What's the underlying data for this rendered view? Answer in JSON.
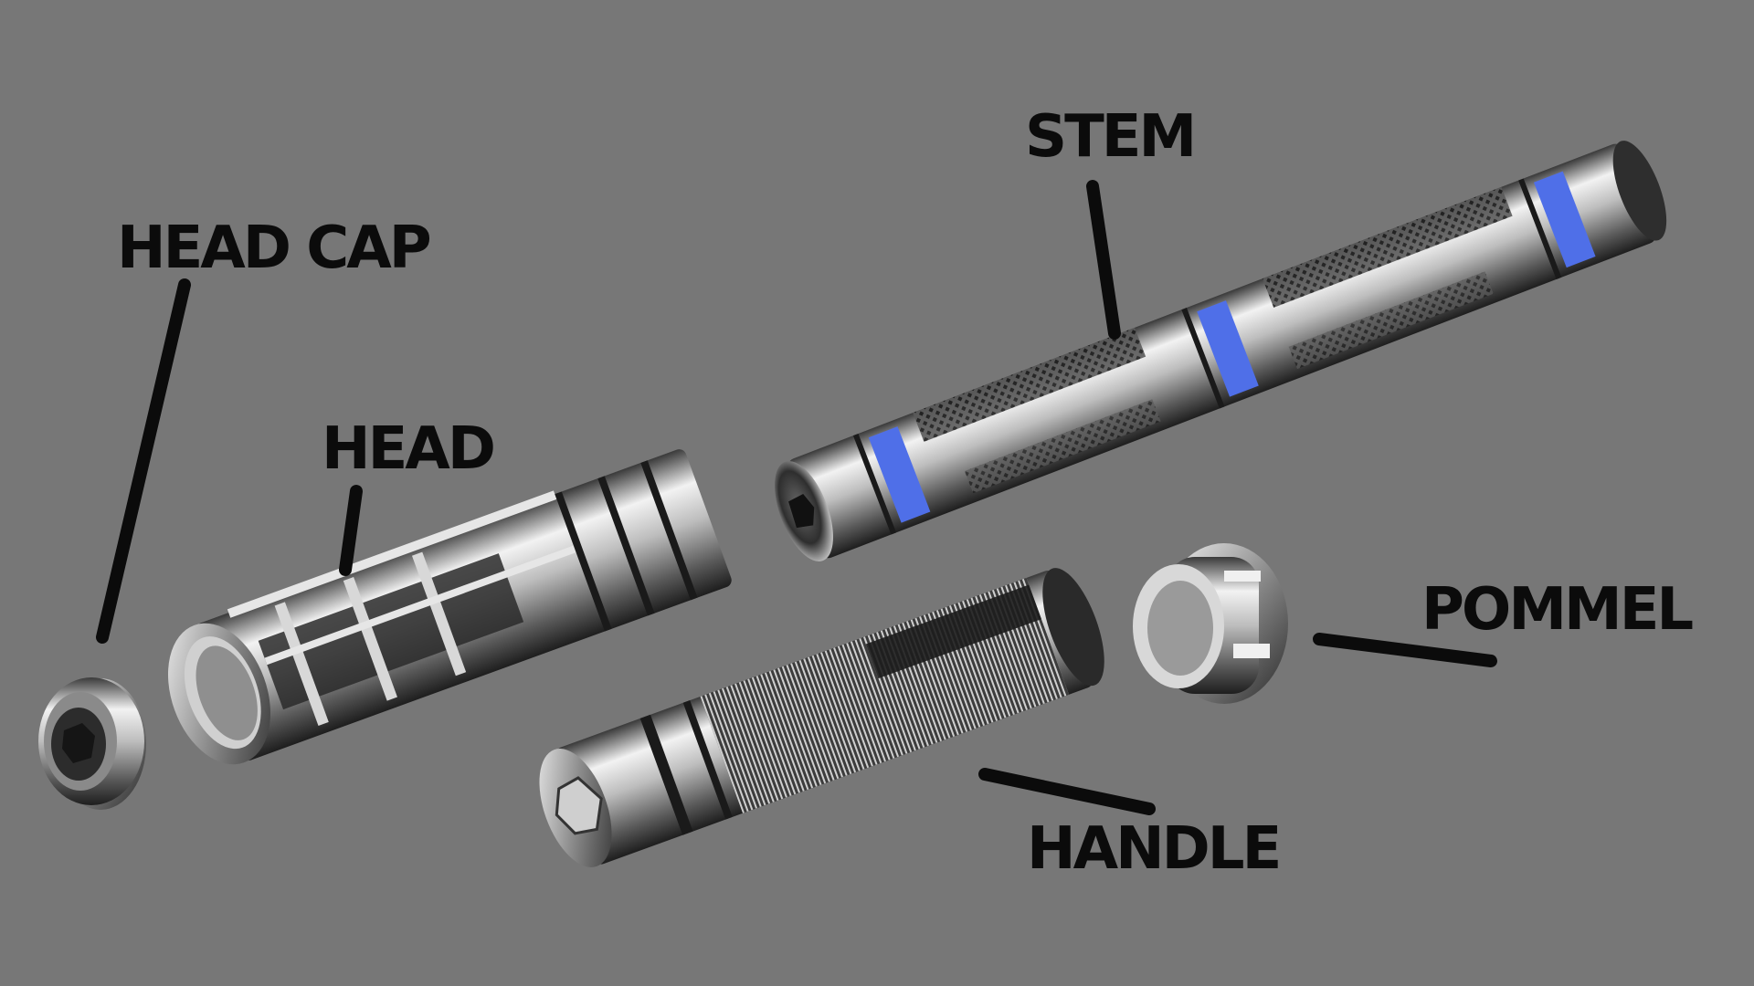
{
  "diagram": {
    "background_color": "#777777",
    "label_color": "#0b0b0b",
    "accent_color": "#4f6fe8",
    "metal_light": "#e8e8e8",
    "metal_dark": "#2a2a2a",
    "parts": [
      {
        "id": "stem",
        "label": "STEM"
      },
      {
        "id": "head-cap",
        "label": "HEAD CAP"
      },
      {
        "id": "head",
        "label": "HEAD"
      },
      {
        "id": "pommel",
        "label": "POMMEL"
      },
      {
        "id": "handle",
        "label": "HANDLE"
      }
    ]
  }
}
